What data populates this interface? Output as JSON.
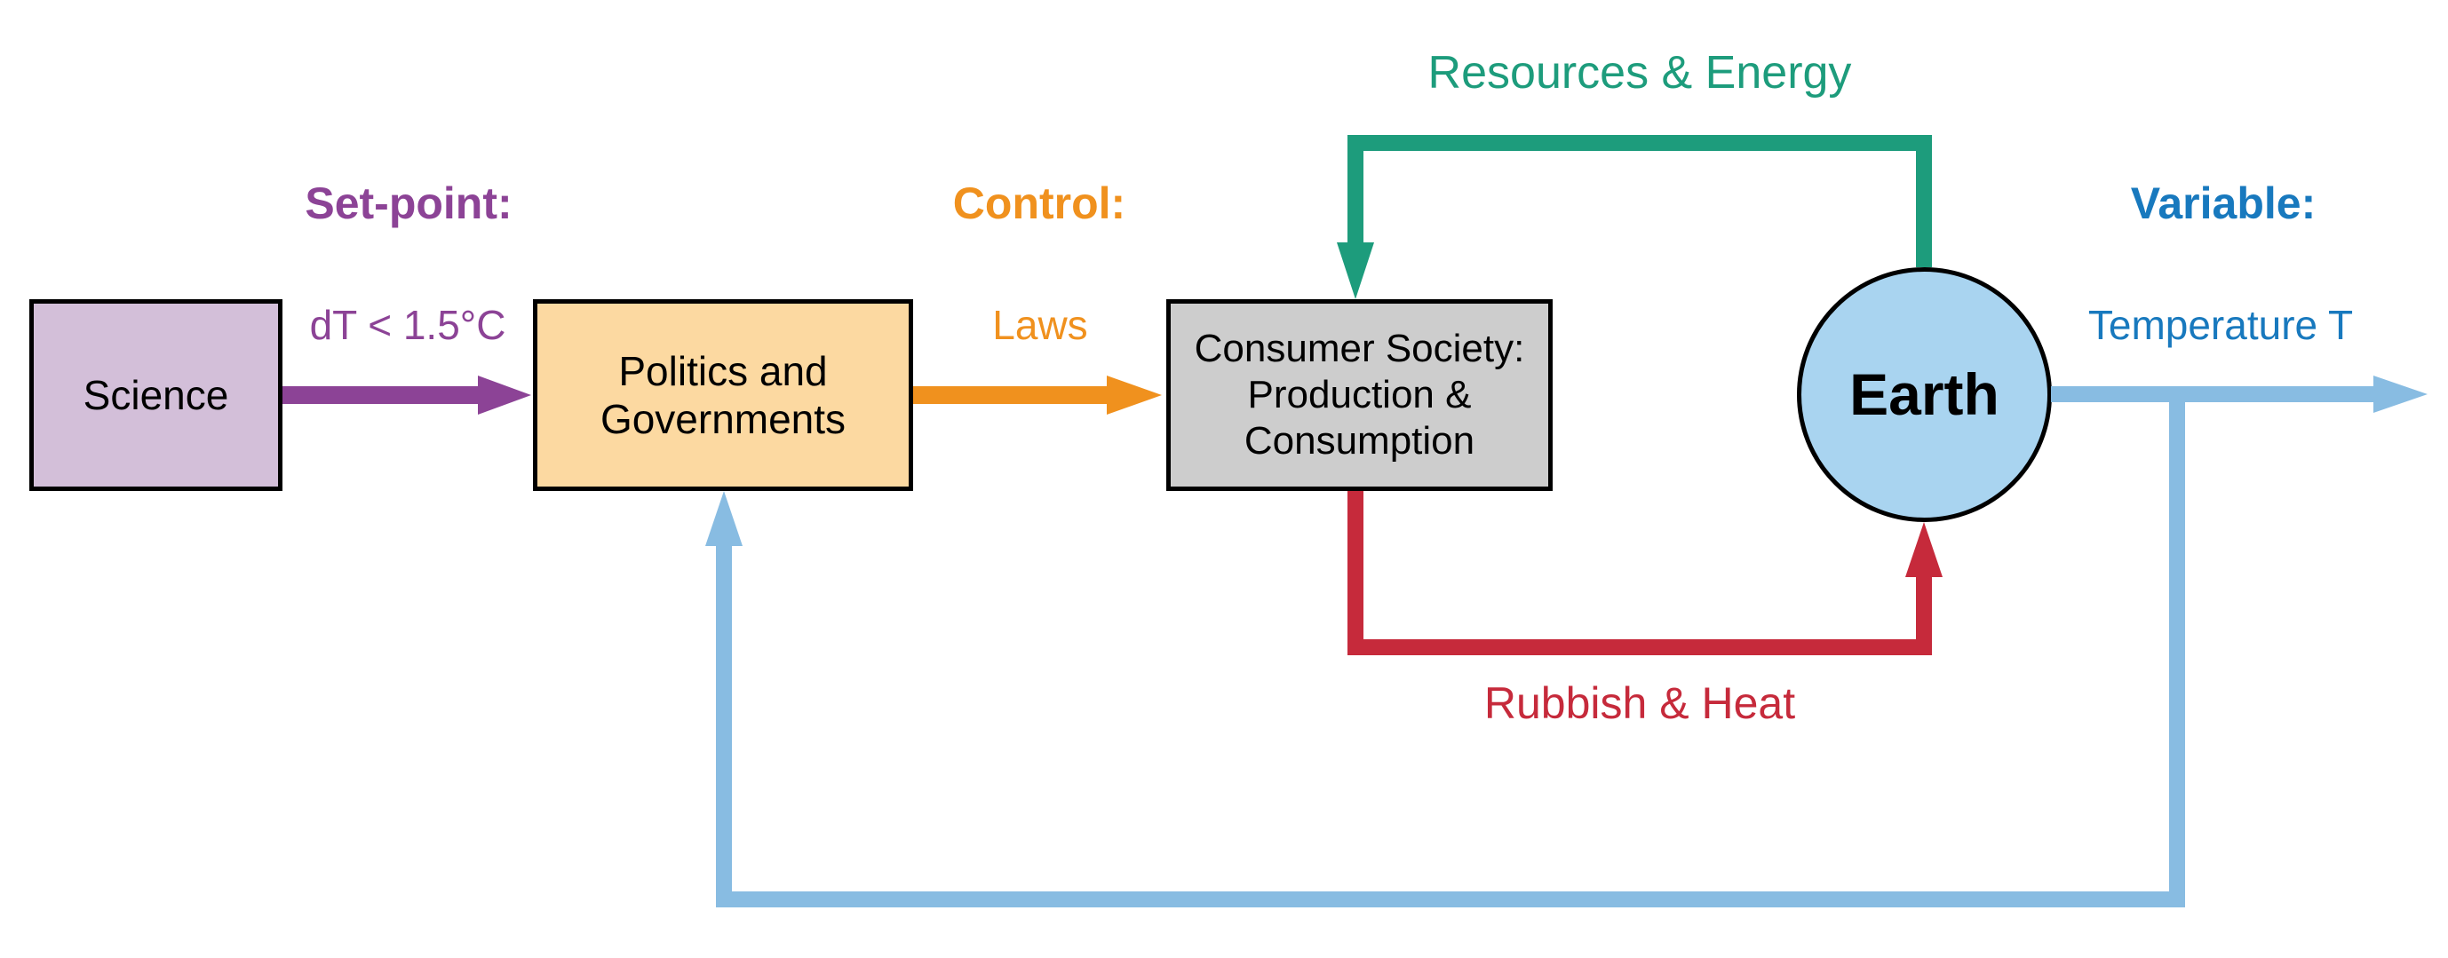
{
  "diagram": {
    "headers": {
      "set_point": "Set-point:",
      "control": "Control:",
      "variable": "Variable:"
    },
    "values": {
      "set_point": "dT < 1.5°C",
      "control": "Laws",
      "variable": "Temperature T"
    },
    "nodes": {
      "science": {
        "label": "Science"
      },
      "politics": {
        "line1": "Politics and",
        "line2": "Governments"
      },
      "consumer": {
        "line1": "Consumer Society:",
        "line2": "Production &",
        "line3": "Consumption"
      },
      "earth": {
        "label": "Earth"
      }
    },
    "flows": {
      "resources": "Resources & Energy",
      "rubbish": "Rubbish & Heat"
    },
    "colors": {
      "set_point_purple": "#8C4396",
      "science_fill": "#D3BFD9",
      "control_orange": "#F0911E",
      "politics_fill": "#FCD9A1",
      "consumer_fill": "#CDCDCD",
      "resources_green": "#1D9C7C",
      "rubbish_red": "#C62A3B",
      "earth_fill": "#A9D4F0",
      "feedback_blue": "#88BCE2",
      "variable_blue": "#1879BE",
      "border_black": "#000000"
    }
  }
}
